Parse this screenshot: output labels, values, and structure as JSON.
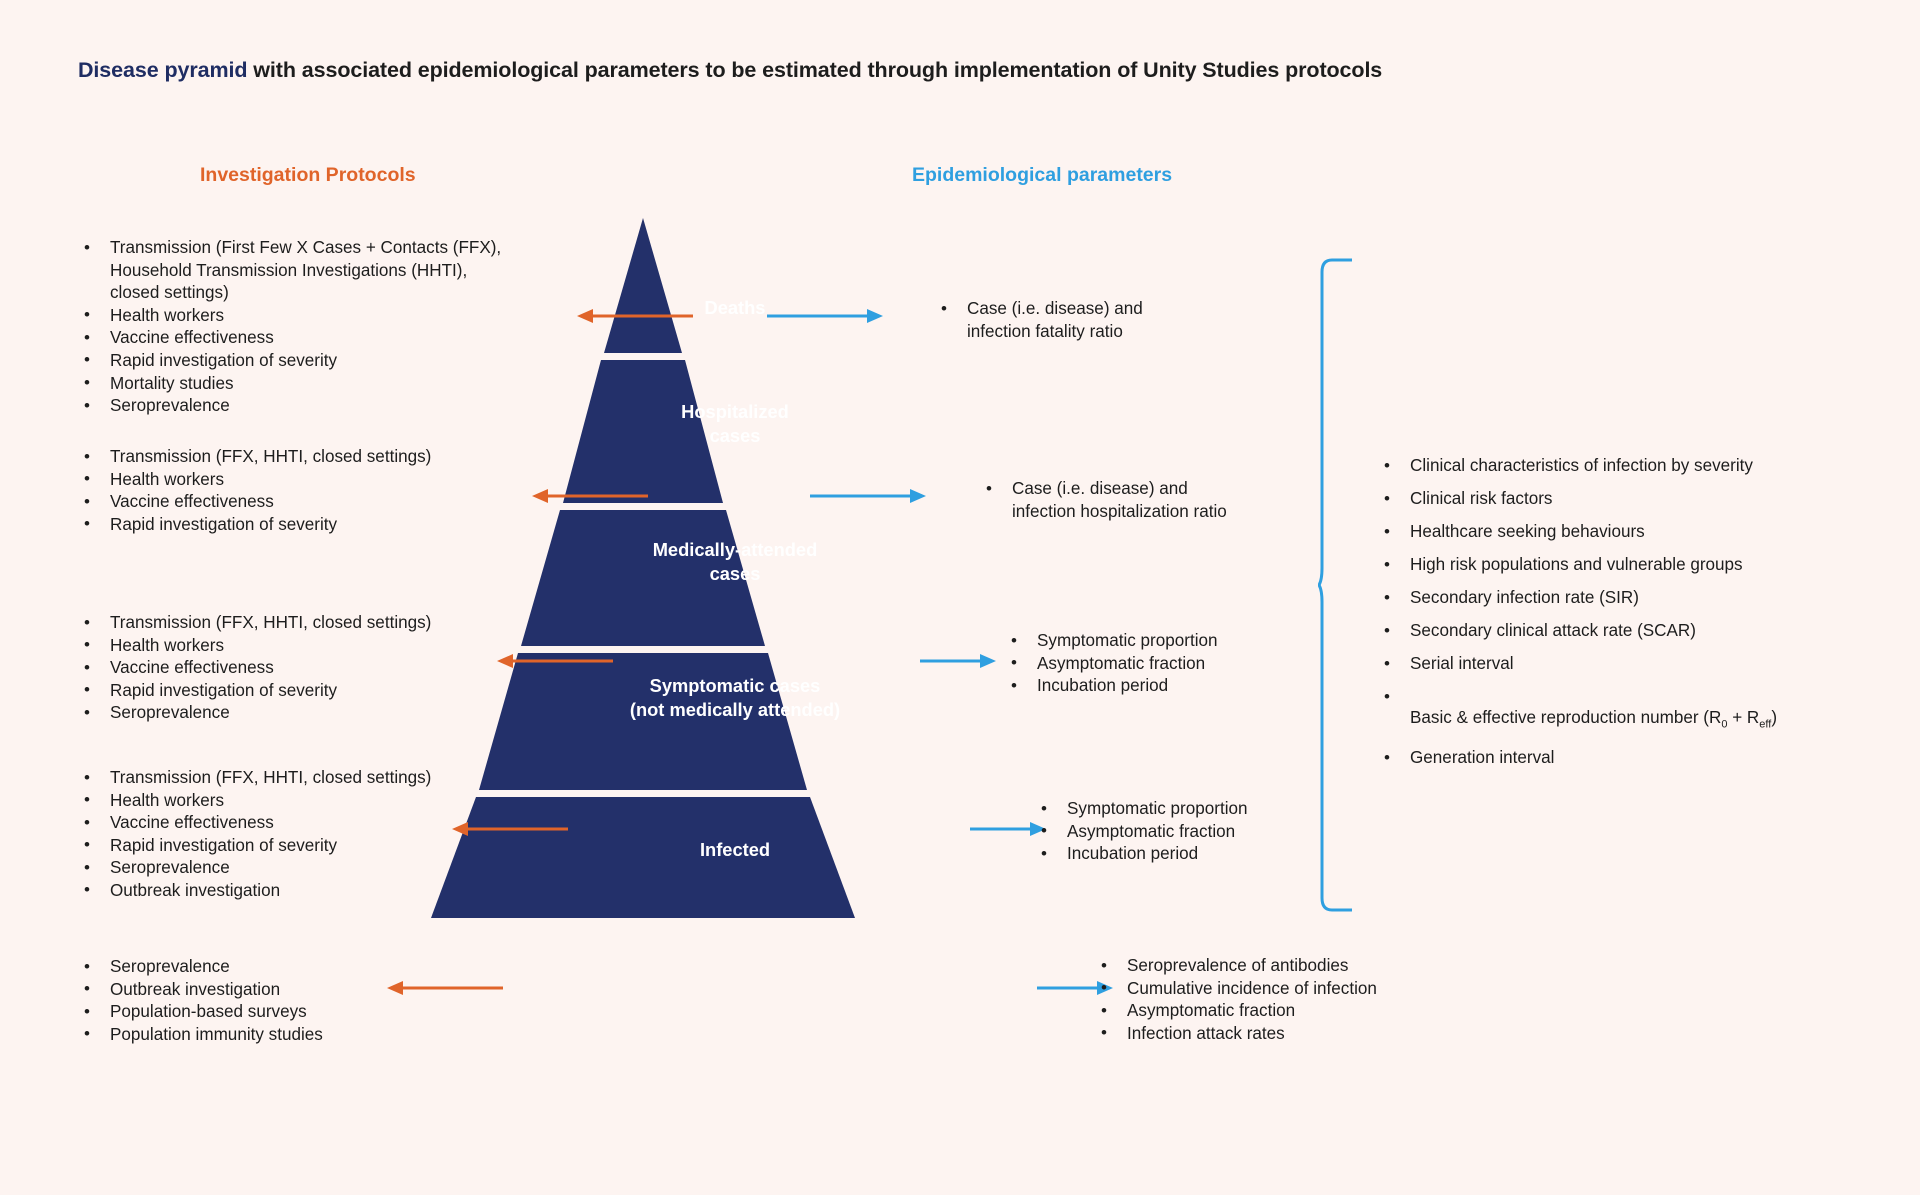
{
  "title": {
    "accent": "Disease pyramid",
    "rest": " with associated epidemiological parameters to be estimated through implementation of Unity Studies protocols"
  },
  "columns": {
    "left_heading": "Investigation Protocols",
    "right_heading": "Epidemiological parameters"
  },
  "colors": {
    "background": "#fdf4f1",
    "pyramid_navy": "#23306a",
    "orange": "#e0642a",
    "blue": "#2f9fe0",
    "title_navy": "#1f2d63"
  },
  "pyramid": {
    "levels": [
      {
        "name": "deaths",
        "label": "Deaths"
      },
      {
        "name": "hospitalized-cases",
        "label": "Hospitalized\ncases"
      },
      {
        "name": "medically-attended-cases",
        "label": "Medically-attended\ncases"
      },
      {
        "name": "symptomatic-cases",
        "label": "Symptomatic cases\n(not medically attended)"
      },
      {
        "name": "infected",
        "label": "Infected"
      }
    ]
  },
  "protocols": [
    {
      "for": "deaths",
      "items": [
        "Transmission (First Few X Cases + Contacts (FFX),\nHousehold Transmission Investigations (HHTI),\nclosed settings)",
        "Health workers",
        "Vaccine effectiveness",
        "Rapid investigation of severity",
        "Mortality studies",
        "Seroprevalence"
      ]
    },
    {
      "for": "hospitalized-cases",
      "items": [
        "Transmission (FFX, HHTI, closed settings)",
        "Health workers",
        "Vaccine effectiveness",
        "Rapid investigation of severity"
      ]
    },
    {
      "for": "medically-attended-cases",
      "items": [
        "Transmission (FFX, HHTI, closed settings)",
        "Health workers",
        "Vaccine effectiveness",
        "Rapid investigation of severity",
        "Seroprevalence"
      ]
    },
    {
      "for": "symptomatic-cases",
      "items": [
        "Transmission (FFX, HHTI, closed settings)",
        "Health workers",
        "Vaccine effectiveness",
        "Rapid investigation of severity",
        "Seroprevalence",
        "Outbreak investigation"
      ]
    },
    {
      "for": "infected",
      "items": [
        "Seroprevalence",
        "Outbreak investigation",
        "Population-based surveys",
        "Population immunity studies"
      ]
    }
  ],
  "parameters": [
    {
      "for": "deaths",
      "items": [
        "Case (i.e. disease) and\ninfection fatality ratio"
      ]
    },
    {
      "for": "hospitalized-cases",
      "items": [
        "Case (i.e. disease) and\ninfection hospitalization ratio"
      ]
    },
    {
      "for": "medically-attended-cases",
      "items": [
        "Symptomatic proportion",
        "Asymptomatic fraction",
        "Incubation period"
      ]
    },
    {
      "for": "symptomatic-cases",
      "items": [
        "Symptomatic proportion",
        "Asymptomatic fraction",
        "Incubation period"
      ]
    },
    {
      "for": "infected",
      "items": [
        "Seroprevalence of antibodies",
        "Cumulative incidence of infection",
        "Asymptomatic fraction",
        "Infection attack rates"
      ]
    }
  ],
  "cross_cutting": {
    "items": [
      "Clinical characteristics of infection by severity",
      "Clinical risk factors",
      "Healthcare seeking behaviours",
      "High risk populations and vulnerable groups",
      "Secondary infection rate (SIR)",
      "Secondary clinical attack rate (SCAR)",
      "Serial interval",
      "Basic & effective reproduction number (R₀ + Rₑꜰꜰ)",
      "Generation interval"
    ],
    "items_plain": [
      "Clinical characteristics of infection by severity",
      "Clinical risk factors",
      "Healthcare seeking behaviours",
      "High risk populations and vulnerable groups",
      "Secondary infection rate (SIR)",
      "Secondary clinical attack rate (SCAR)",
      "Serial interval",
      "Basic & effective reproduction number (R0 + Reff)",
      "Generation interval"
    ]
  }
}
